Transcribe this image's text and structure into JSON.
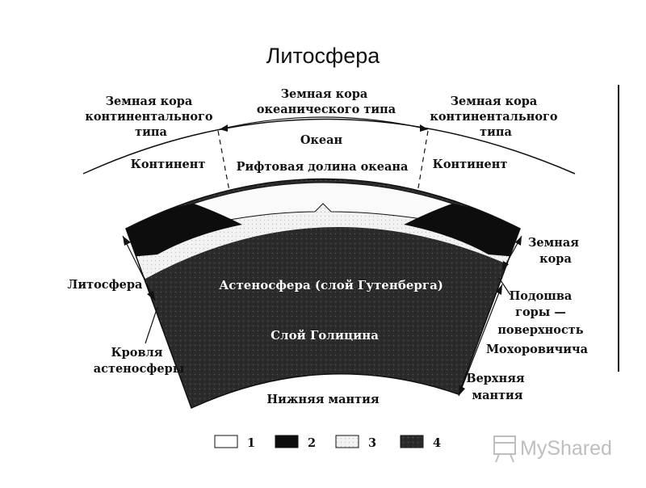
{
  "title": "Литосфера",
  "top_labels": {
    "left_crust_type": [
      "Земная кора",
      "континентального",
      "типа"
    ],
    "center_crust_type": [
      "Земная кора",
      "океанического типа"
    ],
    "right_crust_type": [
      "Земная кора",
      "континентального",
      "типа"
    ],
    "ocean": "Океан",
    "continent_left": "Континент",
    "rift_valley": "Рифтовая долина океана",
    "continent_right": "Континент"
  },
  "inner_labels": {
    "asthenosphere": "Астеносфера (слой Гутенберга)",
    "golitsyn_layer": "Слой Голицина",
    "lower_mantle": "Нижняя мантия"
  },
  "left_labels": {
    "lithosphere": "Литосфера",
    "asthenosphere_roof": [
      "Кровля",
      "астеносферы"
    ]
  },
  "right_labels": {
    "earth_crust": [
      "Земная",
      "кора"
    ],
    "moho": [
      "Подошва",
      "горы —",
      "поверхность",
      "Мохоровичича"
    ],
    "upper_mantle": [
      "Верхняя",
      "мантия"
    ]
  },
  "legend": [
    {
      "number": "1",
      "fill": "white"
    },
    {
      "number": "2",
      "fill": "black"
    },
    {
      "number": "3",
      "fill": "light-dotted"
    },
    {
      "number": "4",
      "fill": "dark-stippled"
    }
  ],
  "watermark": "MyShared",
  "colors": {
    "mantle": "#2a2a2a",
    "continental_crust": "#0d0d0d",
    "lithosphere_band": "#ececec",
    "ocean": "#fafafa",
    "watermark": "#b8b8b8"
  }
}
